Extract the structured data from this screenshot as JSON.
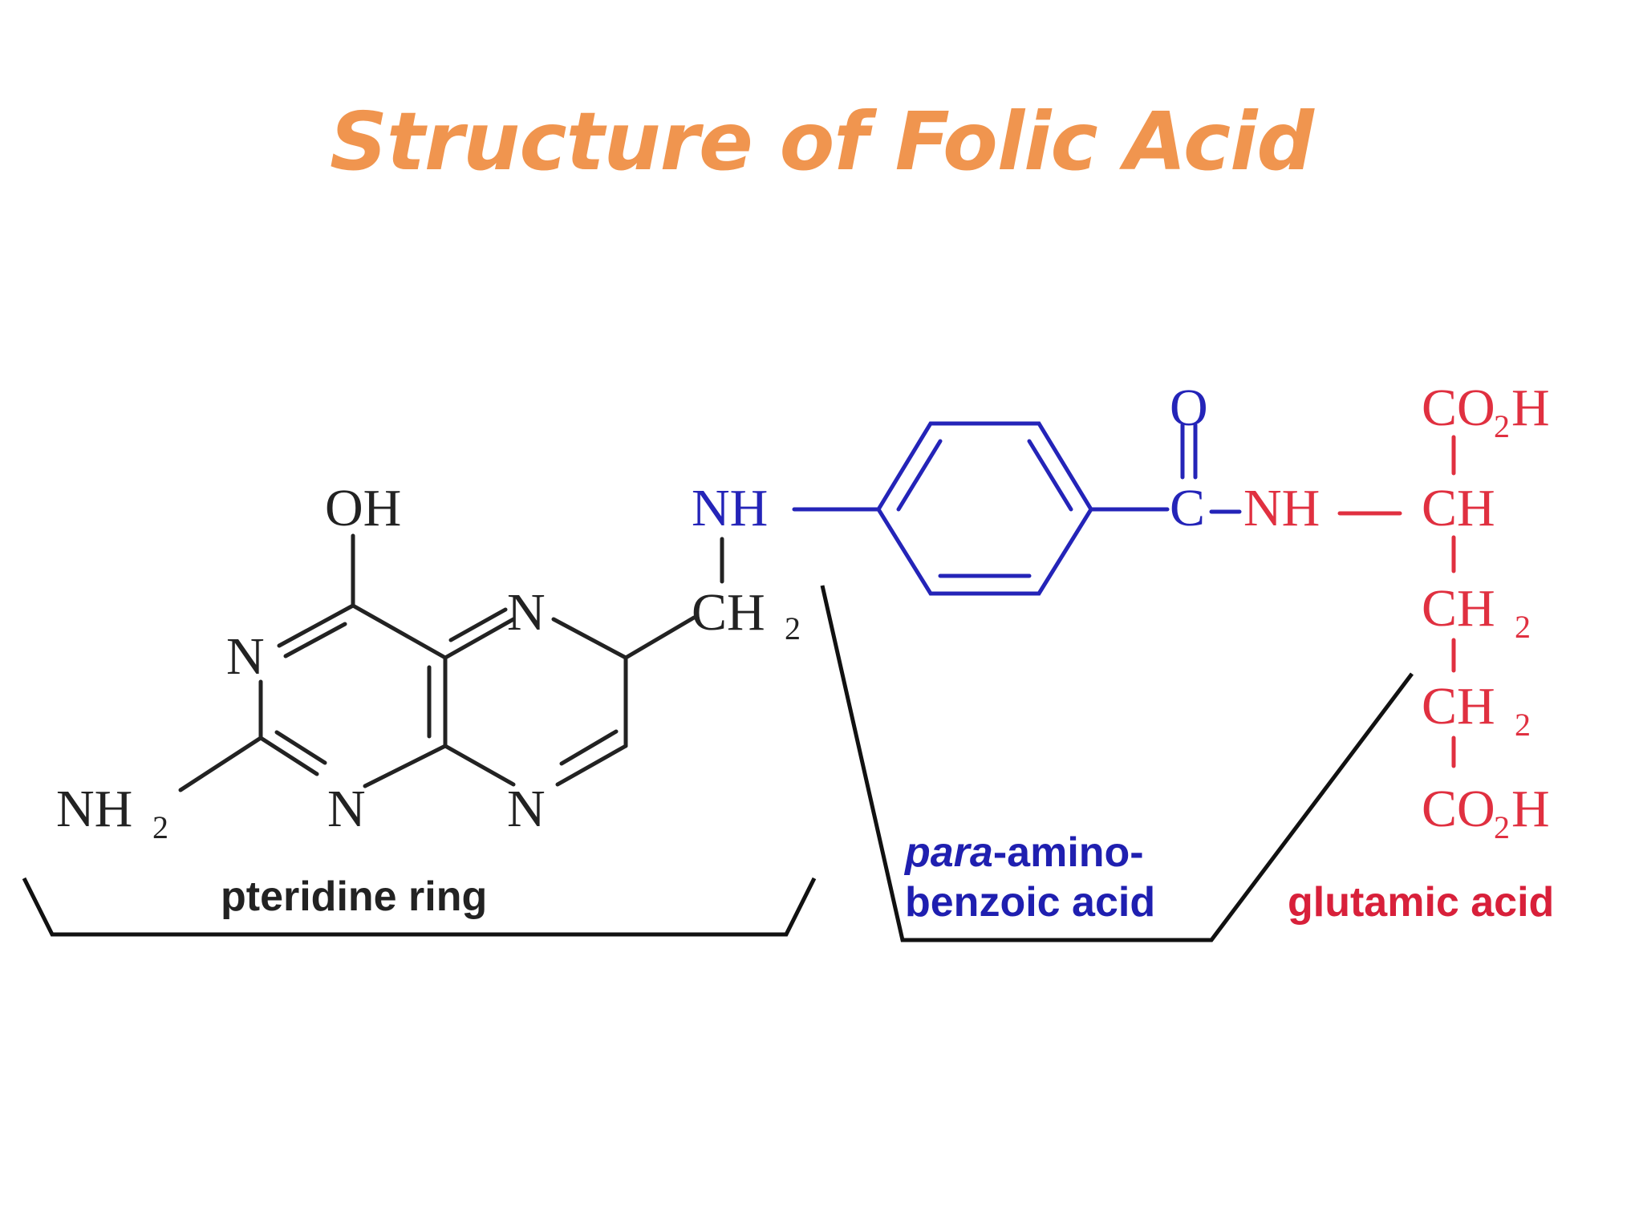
{
  "title": "Structure of Folic Acid",
  "colors": {
    "title": "#F0954F",
    "pteridine": "#222222",
    "paba": "#2424B8",
    "glutamate": "#E03040"
  },
  "atoms": {
    "oh": "OH",
    "n_left": "N",
    "nh2": "NH",
    "nh2_sub": "2",
    "n_bottom_left": "N",
    "n_top_right": "N",
    "n_bottom_right": "N",
    "ch2_link": "CH",
    "ch2_link_sub": "2",
    "nh_link": "NH",
    "carbonyl_o": "O",
    "carbonyl_c": "C",
    "amide_nh": "NH",
    "co2h_top": "CO",
    "co2h_top_sub": "2",
    "co2h_top_h": "H",
    "alpha_ch": "CH",
    "ch2_a": "CH",
    "ch2_a_sub": "2",
    "ch2_b": "CH",
    "ch2_b_sub": "2",
    "co2h_bottom": "CO",
    "co2h_bottom_sub": "2",
    "co2h_bottom_h": "H"
  },
  "labels": {
    "pteridine": "pteridine ring",
    "paba_italic": "para",
    "paba_rest": "-amino-",
    "paba_line2": "benzoic acid",
    "glutamic": "glutamic acid"
  }
}
